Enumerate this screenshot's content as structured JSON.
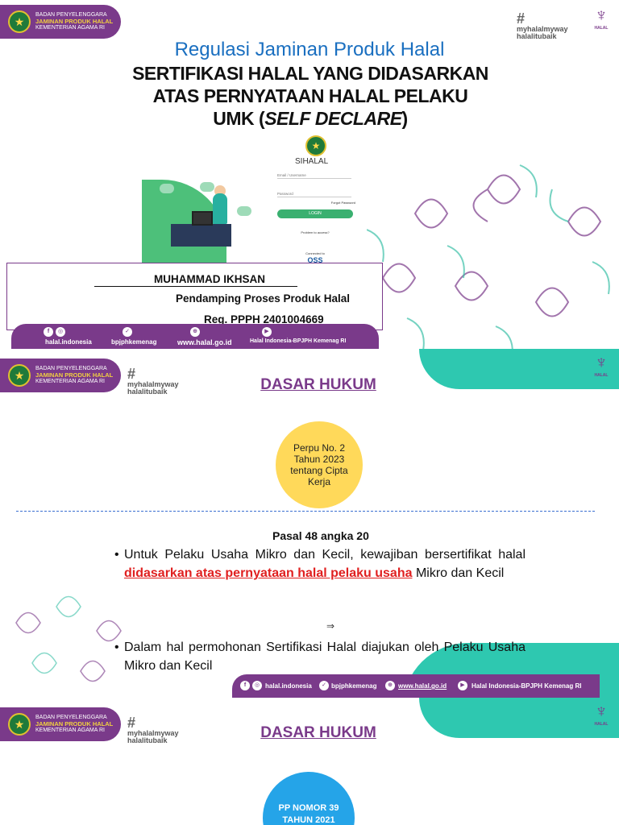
{
  "brand": {
    "org_line1": "BADAN PENYELENGGARA",
    "org_line2": "JAMINAN PRODUK HALAL",
    "org_line3": "KEMENTERIAN AGAMA RI",
    "hashtag1": "myhalalmyway",
    "hashtag2": "halalitubaik",
    "halal_label": "HALAL",
    "purple": "#7a3a8a",
    "teal": "#2ec8b0"
  },
  "slide1": {
    "title_blue": "Regulasi Jaminan Produk Halal",
    "title_line1": "SERTIFIKASI HALAL YANG DIDASARKAN",
    "title_line2": "ATAS PERNYATAAN HALAL PELAKU",
    "title_line3_a": "UMK (",
    "title_line3_i": "SELF DECLARE",
    "title_line3_b": ")",
    "login": {
      "app_name": "SIHALAL",
      "username_placeholder": "Email / Username",
      "password_placeholder": "Password",
      "forgot": "Forgot Password",
      "login_button": "LOGIN",
      "problem": "Problem to access?",
      "connected": "Connected to",
      "oss": "OSS"
    },
    "name": "MUHAMMAD IKHSAN",
    "role": "Pendamping Proses Produk Halal",
    "reg": "Reg. PPPH 2401004669",
    "footer": {
      "ig": "halal.indonesia",
      "tw": "bpjphkemenag",
      "web": "www.halal.go.id",
      "yt": "Halal Indonesia-BPJPH Kemenag RI"
    }
  },
  "slide2": {
    "heading": "DASAR HUKUM",
    "circle_text": "Perpu No. 2 Tahun 2023 tentang Cipta Kerja",
    "pasal": "Pasal 48 angka 20",
    "b1_a": "Untuk  Pelaku Usaha Mikro dan Kecil, kewajiban bersertifikat halal ",
    "b1_red": "didasarkan atas pernyataan halal pelaku usaha",
    "b1_b": " Mikro dan Kecil",
    "arrow": "⇒",
    "b2": "Dalam  hal permohonan Sertifikasi Halal diajukan oleh Pelaku Usaha Mikro dan Kecil",
    "footer": {
      "ig": "halal.indonesia",
      "tw": "bpjphkemenag",
      "web": "www.halal.go.id",
      "yt": "Halal Indonesia-BPJPH Kemenag RI"
    }
  },
  "slide3": {
    "heading": "DASAR HUKUM",
    "circle_line1": "PP NOMOR 39",
    "circle_line2": "TAHUN 2021"
  }
}
